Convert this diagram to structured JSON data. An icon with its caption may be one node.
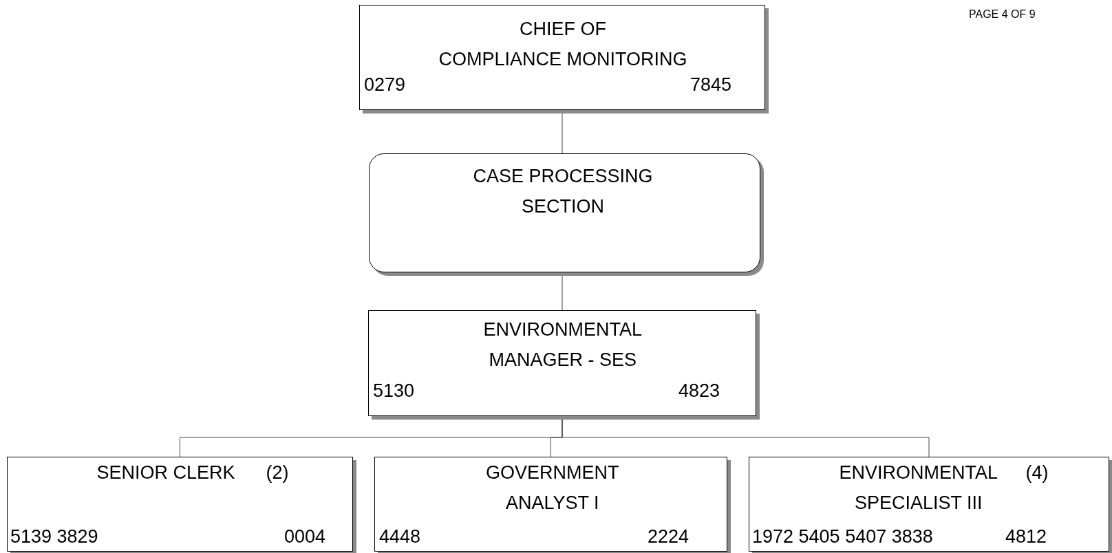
{
  "diagram": {
    "nodes": [
      {
        "text": [
          "CHIEF OF COMPLIANCE MONITORING",
          "0279",
          "7845"
        ]
      },
      {
        "text": [
          "CASE PROCESSING SECTION"
        ]
      },
      {
        "text": [
          "ENVIRONMENTAL MANAGER - SES",
          "5130",
          "4823"
        ]
      },
      {
        "text": [
          "SENIOR CLERK",
          "(2)",
          "5139  3829",
          "0004"
        ]
      },
      {
        "text": [
          "GOVERNMENT ANALYST I",
          "4448",
          "2224"
        ]
      },
      {
        "text": [
          "ENVIRONMENTAL SPECIALIST III",
          "(4)",
          "1972 5405 5407 3838",
          "4812"
        ]
      }
    ],
    "edges": [
      {
        "from": 0,
        "to": 1,
        "arrow": "none"
      },
      {
        "from": 1,
        "to": 2,
        "arrow": "none"
      },
      {
        "from": 2,
        "to": 3,
        "arrow": "none"
      },
      {
        "from": 2,
        "to": 4,
        "arrow": "none"
      },
      {
        "from": 2,
        "to": 5,
        "arrow": "none"
      }
    ],
    "labels": [
      "PAGE 4 OF 9"
    ]
  }
}
